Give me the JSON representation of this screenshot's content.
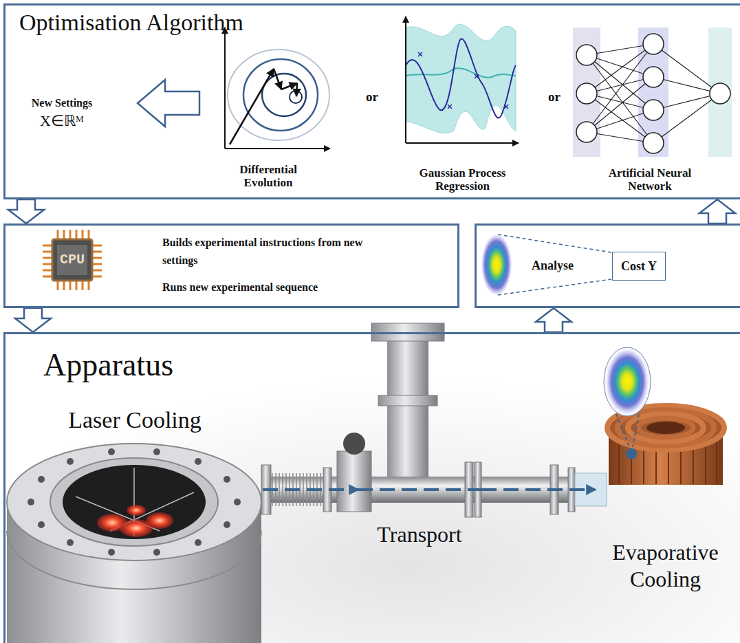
{
  "diagram": {
    "nodes": [
      {
        "text": [
          "Optimisation Algorithm"
        ]
      },
      {
        "text": [
          "New Settings",
          "X∈ℝᴹ"
        ],
        "in": 0
      },
      {
        "text": [
          "Differential Evolution"
        ],
        "in": 0
      },
      {
        "text": [
          "Gaussian Process Regression"
        ],
        "in": 0
      },
      {
        "text": [
          "Artificial Neural Network"
        ],
        "in": 0
      },
      {
        "text": [
          "Builds experimental instructions from new settings",
          "Runs new experimental sequence"
        ]
      },
      {
        "text": [
          "Analyse"
        ]
      },
      {
        "text": [
          "Cost Y"
        ],
        "in": 6
      },
      {
        "text": [
          "Apparatus"
        ]
      },
      {
        "text": [
          "Laser Cooling"
        ],
        "in": 8
      },
      {
        "text": [
          "Transport"
        ],
        "in": 8
      },
      {
        "text": [
          "Evaporative Cooling"
        ],
        "in": 8
      }
    ],
    "edges": [
      {
        "from": 2,
        "to": 1,
        "arrow": "to"
      },
      {
        "from": 0,
        "to": 5,
        "arrow": "to"
      },
      {
        "from": 5,
        "to": 8,
        "arrow": "to"
      },
      {
        "from": 8,
        "to": 6,
        "arrow": "to"
      },
      {
        "from": 6,
        "to": 0,
        "arrow": "to"
      },
      {
        "from": 9,
        "to": 10,
        "arrow": "to"
      },
      {
        "from": 10,
        "to": 11,
        "arrow": "to"
      }
    ],
    "labels": [
      "or",
      "or",
      "CPU"
    ]
  }
}
